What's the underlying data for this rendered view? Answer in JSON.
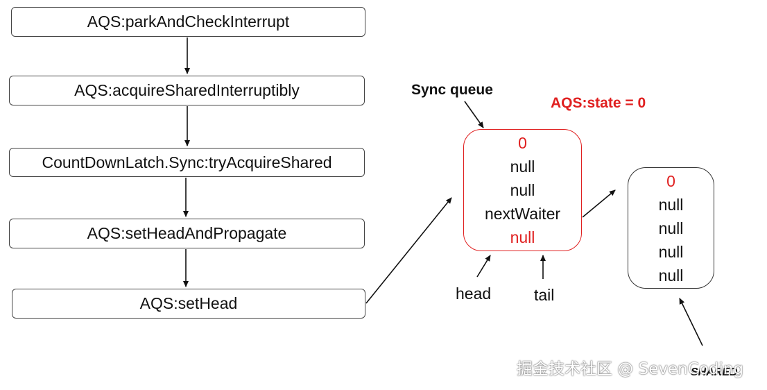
{
  "call_chain": [
    "AQS:parkAndCheckInterrupt",
    "AQS:acquireSharedInterruptibly",
    "CountDownLatch.Sync:tryAcquireShared",
    "AQS:setHeadAndPropagate",
    "AQS:setHead"
  ],
  "sync_queue_label": "Sync queue",
  "state_label": "AQS:state = 0",
  "head_node": {
    "fields": [
      "0",
      "null",
      "null",
      "nextWaiter",
      "null"
    ]
  },
  "next_node": {
    "fields": [
      "0",
      "null",
      "null",
      "null",
      "null"
    ]
  },
  "pointers": {
    "head": "head",
    "tail": "tail"
  },
  "shared_label": "SHARED",
  "watermark": "掘金技术社区 @ SevenCoding",
  "colors": {
    "highlight": "#e02020",
    "stroke": "#333333"
  }
}
